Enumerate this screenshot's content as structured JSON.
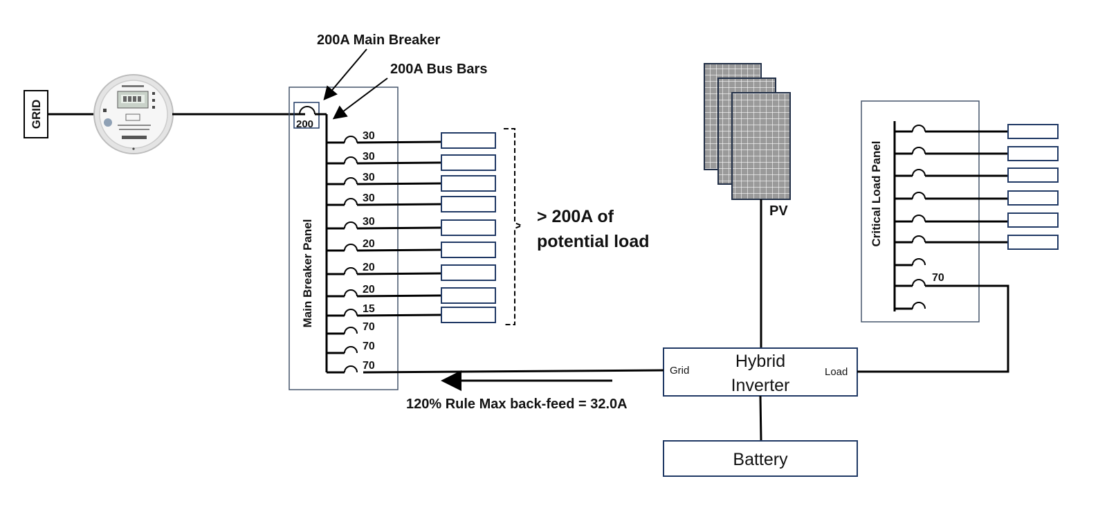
{
  "grid_label": "GRID",
  "annotations": {
    "main_breaker": "200A Main Breaker",
    "bus_bars": "200A Bus Bars",
    "potential_load_line1": "> 200A of",
    "potential_load_line2": "potential load",
    "backfeed_rule": "120% Rule Max back-feed = 32.0A"
  },
  "main_panel": {
    "title": "Main Breaker Panel",
    "main_breaker_rating": "200",
    "breakers": [
      "30",
      "30",
      "30",
      "30",
      "30",
      "20",
      "20",
      "20",
      "15",
      "70",
      "70",
      "70"
    ]
  },
  "pv_label": "PV",
  "inverter": {
    "title_line1": "Hybrid",
    "title_line2": "Inverter",
    "grid_port": "Grid",
    "load_port": "Load"
  },
  "battery_label": "Battery",
  "critical_panel": {
    "title": "Critical Load Panel",
    "feed_breaker": "70"
  },
  "colors": {
    "panel_border": "#44546a",
    "load_box_border": "#1f3864",
    "pv_panel_fill": "#9a9a9a"
  }
}
